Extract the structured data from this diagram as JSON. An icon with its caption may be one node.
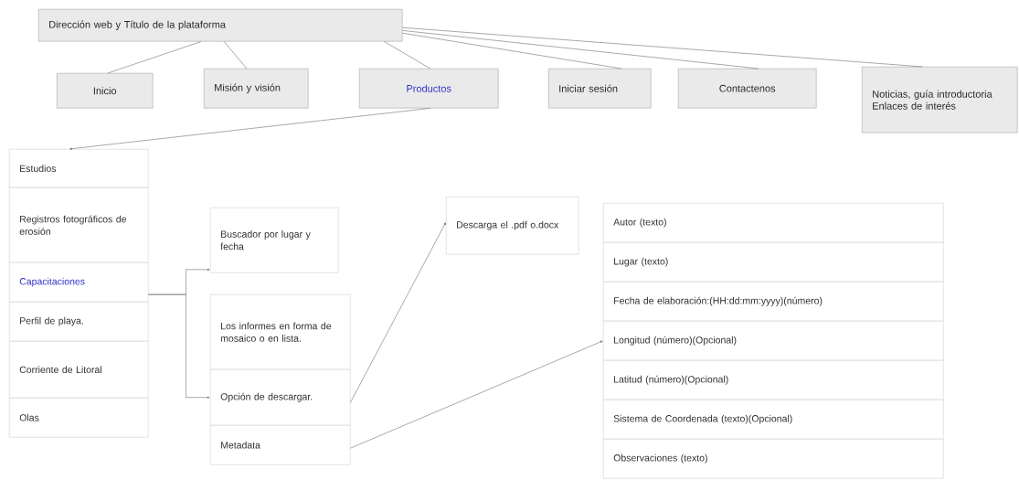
{
  "diagram": {
    "nodes": [
      {
        "text": [
          "Dirección web y Título de la plataforma"
        ]
      },
      {
        "text": [
          "Inicio"
        ]
      },
      {
        "text": [
          "Misión y visión"
        ]
      },
      {
        "text": [
          "Productos"
        ]
      },
      {
        "text": [
          "Iniciar sesión"
        ]
      },
      {
        "text": [
          "Contactenos"
        ]
      },
      {
        "text": [
          "Noticias, guía introductoria Enlaces de interés"
        ]
      },
      {
        "text": [
          "Estudios"
        ]
      },
      {
        "text": [
          "Registros fotográficos de erosión"
        ]
      },
      {
        "text": [
          "Capacitaciones"
        ]
      },
      {
        "text": [
          "Perfil de playa."
        ]
      },
      {
        "text": [
          "Corriente de Litoral"
        ]
      },
      {
        "text": [
          "Olas"
        ]
      },
      {
        "text": [
          "Buscador por lugar y fecha"
        ]
      },
      {
        "text": [
          "Los informes en forma de mosaico o en lista."
        ]
      },
      {
        "text": [
          "Opción de descargar."
        ]
      },
      {
        "text": [
          "Metadata"
        ]
      },
      {
        "text": [
          "Descarga el .pdf o.docx"
        ]
      },
      {
        "text": [
          "Autor (texto)"
        ]
      },
      {
        "text": [
          "Lugar (texto)"
        ]
      },
      {
        "text": [
          "Fecha de elaboración:(HH:dd:mm:yyyy)(número)"
        ]
      },
      {
        "text": [
          "Longitud (número)(Opcional)"
        ]
      },
      {
        "text": [
          "Latitud (número)(Opcional)"
        ]
      },
      {
        "text": [
          "Sistema de Coordenada (texto)(Opcional)"
        ]
      },
      {
        "text": [
          "Observaciones (texto)"
        ]
      }
    ],
    "edges": [
      {
        "from": 0,
        "to": 1,
        "arrow": "none"
      },
      {
        "from": 0,
        "to": 2,
        "arrow": "none"
      },
      {
        "from": 0,
        "to": 3,
        "arrow": "none"
      },
      {
        "from": 0,
        "to": 4,
        "arrow": "none"
      },
      {
        "from": 0,
        "to": 5,
        "arrow": "none"
      },
      {
        "from": 0,
        "to": 6,
        "arrow": "none"
      },
      {
        "from": 3,
        "to": 7,
        "arrow": "to"
      },
      {
        "from": 9,
        "to": 13,
        "arrow": "to"
      },
      {
        "from": 9,
        "to": 15,
        "arrow": "to"
      },
      {
        "from": 15,
        "to": 17,
        "arrow": "to"
      },
      {
        "from": 16,
        "to": 21,
        "arrow": "to"
      }
    ]
  }
}
